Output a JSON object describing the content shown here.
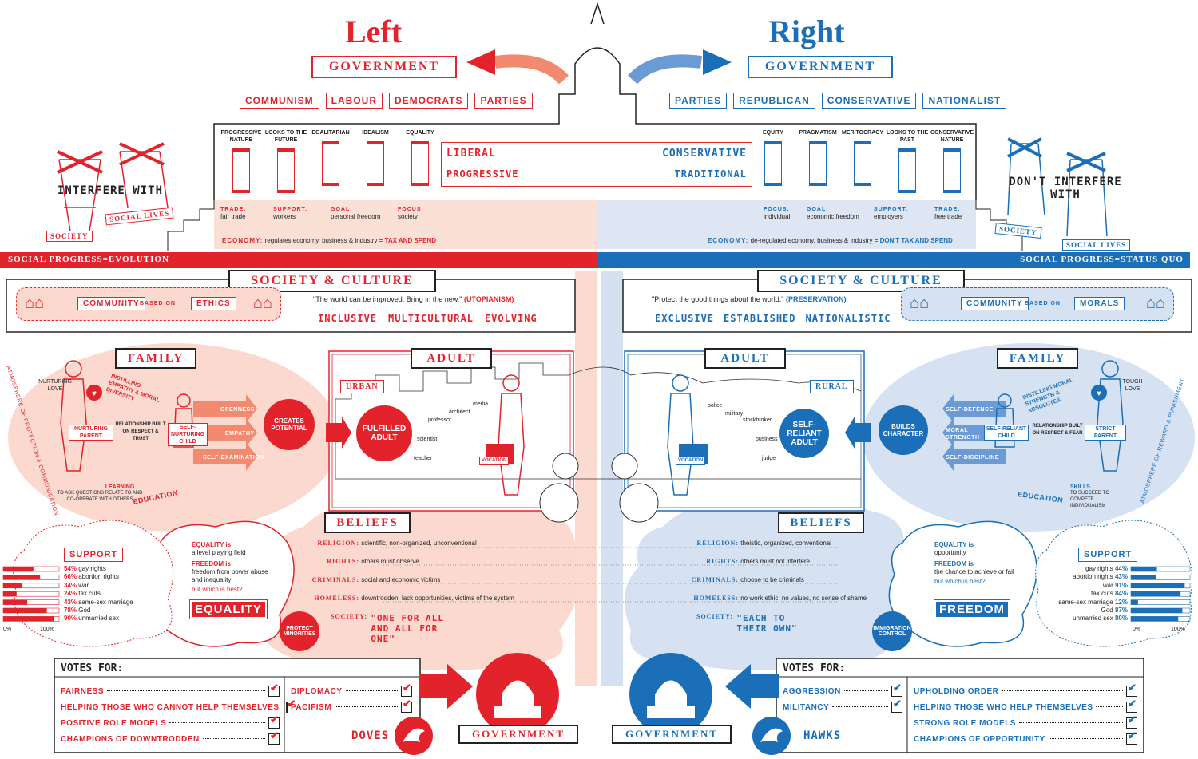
{
  "titles": {
    "left": "Left",
    "right": "Right"
  },
  "government": "GOVERNMENT",
  "left_parties": [
    "COMMUNISM",
    "LABOUR",
    "DEMOCRATS",
    "PARTIES"
  ],
  "right_parties": [
    "PARTIES",
    "REPUBLICAN",
    "CONSERVATIVE",
    "NATIONALIST"
  ],
  "left_pillars": [
    "PROGRESSIVE NATURE",
    "LOOKS TO THE FUTURE",
    "EGALITARIAN",
    "IDEALISM",
    "EQUALITY"
  ],
  "right_pillars": [
    "EQUITY",
    "PRAGMATISM",
    "MERITOCRACY",
    "LOOKS TO THE PAST",
    "CONSERVATIVE NATURE"
  ],
  "center_labels": {
    "liberal": "LIBERAL",
    "progressive": "PROGRESSIVE",
    "conservative": "CONSERVATIVE",
    "traditional": "TRADITIONAL"
  },
  "left_steps": [
    {
      "label": "TRADE:",
      "value": "fair trade"
    },
    {
      "label": "SUPPORT:",
      "value": "workers"
    },
    {
      "label": "GOAL:",
      "value": "personal freedom"
    },
    {
      "label": "FOCUS:",
      "value": "society"
    }
  ],
  "right_steps": [
    {
      "label": "FOCUS:",
      "value": "individual"
    },
    {
      "label": "GOAL:",
      "value": "economic freedom"
    },
    {
      "label": "SUPPORT:",
      "value": "employers"
    },
    {
      "label": "TRADE:",
      "value": "free trade"
    }
  ],
  "economy": {
    "label": "ECONOMY:",
    "left_text": "regulates economy, business & industry = ",
    "left_em": "TAX AND SPEND",
    "right_text": "de-regulated economy, business & industry = ",
    "right_em": "DON'T TAX AND SPEND"
  },
  "social_progress": {
    "left": "SOCIAL PROGRESS=EVOLUTION",
    "right": "SOCIAL PROGRESS=STATUS QUO"
  },
  "interfere": {
    "left": "INTERFERE WITH",
    "right": "DON'T INTERFERE WITH",
    "society": "SOCIETY",
    "social_lives": "SOCIAL LIVES"
  },
  "society_culture": "SOCIETY & CULTURE",
  "left_culture": {
    "community": "COMMUNITY",
    "based_on": "BASED ON",
    "basis": "ETHICS",
    "quote": "\"The world can be improved. Bring in the new.\"",
    "quote_tag": "(UTOPIANISM)",
    "traits": [
      "INCLUSIVE",
      "MULTICULTURAL",
      "EVOLVING"
    ]
  },
  "right_culture": {
    "community": "COMMUNITY",
    "based_on": "BASED ON",
    "basis": "MORALS",
    "quote": "\"Protect the good things about the world.\"",
    "quote_tag": "(PRESERVATION)",
    "traits": [
      "EXCLUSIVE",
      "ESTABLISHED",
      "NATIONALISTIC"
    ]
  },
  "family": "FAMILY",
  "adult": "ADULT",
  "left_family": {
    "nurturing_love": "NURTURING LOVE",
    "instilling": "INSTILLING EMPATHY & MORAL DIVERSITY",
    "parent": "NURTURING PARENT",
    "relationship": "RELATIONSHIP BUILT ON RESPECT & TRUST",
    "child": "SELF-NURTURING CHILD",
    "arrows": [
      "OPENNESS",
      "EMPATHY",
      "SELF-EXAMINATION"
    ],
    "result": "CREATES POTENTIAL",
    "learning": "LEARNING",
    "learning_text": "TO ASK QUESTIONS RELATE TO AND CO-OPERATE WITH OTHERS",
    "education": "EDUCATION",
    "atmosphere": "ATMOSPHERE OF PROTECTION & COMMUNICATION"
  },
  "right_family": {
    "tough_love": "TOUGH LOVE",
    "instilling": "INSTILLING MORAL STRENGTH & ABSOLUTES",
    "parent": "STRICT PARENT",
    "relationship": "RELATIONSHIP BUILT ON RESPECT & FEAR",
    "child": "SELF-RELIANT CHILD",
    "arrows": [
      "SELF-DEFENCE",
      "MORAL STRENGTH",
      "SELF-DISCIPLINE"
    ],
    "result": "BUILDS CHARACTER",
    "skills": "SKILLS",
    "skills_text": "TO SUCCEED TO COMPETE INDIVIDUALISM",
    "education": "EDUCATION",
    "atmosphere": "ATMOSPHERE OF REWARD & PUNISHMENT"
  },
  "left_adult": {
    "area": "URBAN",
    "jobs": [
      "architect",
      "media",
      "professor",
      "scientist",
      "teacher"
    ],
    "vocation": "VOCATION",
    "result": "FULFILLED ADULT"
  },
  "right_adult": {
    "area": "RURAL",
    "jobs": [
      "police",
      "military",
      "stockbroker",
      "business",
      "judge"
    ],
    "vocation": "VOCATION",
    "result": "SELF-RELIANT ADULT"
  },
  "beliefs": "BELIEFS",
  "left_beliefs": [
    {
      "label": "RELIGION:",
      "text": "scientific, non-organized, unconventional"
    },
    {
      "label": "RIGHTS:",
      "text": "others must observe"
    },
    {
      "label": "CRIMINALS:",
      "text": "social and economic victims"
    },
    {
      "label": "HOMELESS:",
      "text": "downtrodden, lack opportunities, victims of the system"
    }
  ],
  "left_society": {
    "label": "SOCIETY:",
    "text": "\"ONE FOR ALL AND ALL FOR ONE\""
  },
  "right_beliefs": [
    {
      "label": "RELIGION:",
      "text": "theistic, organized, conventional"
    },
    {
      "label": "RIGHTS:",
      "text": "others must not interfere"
    },
    {
      "label": "CRIMINALS:",
      "text": "choose to be criminals"
    },
    {
      "label": "HOMELESS:",
      "text": "no work ethic, no values, no sense of shame"
    }
  ],
  "right_society": {
    "label": "SOCIETY:",
    "text": "\"EACH TO THEIR OWN\""
  },
  "left_equality": {
    "eq_label": "EQUALITY is",
    "eq_text": "a level playing field",
    "fr_label": "FREEDOM is",
    "fr_text": "freedom from power abuse and inequality",
    "question": "but which is best?",
    "answer": "EQUALITY",
    "badge": "PROTECT MINORITIES"
  },
  "right_equality": {
    "eq_label": "EQUALITY is",
    "eq_text": "opportunity",
    "fr_label": "FREEDOM is",
    "fr_text": "the chance to achieve or fail",
    "question": "but which is best?",
    "answer": "FREEDOM",
    "badge": "IMMIGRATION CONTROL"
  },
  "support": "SUPPORT",
  "left_support": [
    {
      "pct": "54%",
      "label": "gay rights",
      "v": 0.54
    },
    {
      "pct": "66%",
      "label": "abortion rights",
      "v": 0.66
    },
    {
      "pct": "34%",
      "label": "war",
      "v": 0.34
    },
    {
      "pct": "24%",
      "label": "tax cuts",
      "v": 0.24
    },
    {
      "pct": "43%",
      "label": "same-sex marriage",
      "v": 0.43
    },
    {
      "pct": "78%",
      "label": "God",
      "v": 0.78
    },
    {
      "pct": "90%",
      "label": "unmarried sex",
      "v": 0.9
    }
  ],
  "right_support": [
    {
      "pct": "44%",
      "label": "gay rights",
      "v": 0.44
    },
    {
      "pct": "43%",
      "label": "abortion rights",
      "v": 0.43
    },
    {
      "pct": "91%",
      "label": "war",
      "v": 0.91
    },
    {
      "pct": "84%",
      "label": "tax cuts",
      "v": 0.84
    },
    {
      "pct": "12%",
      "label": "same-sex marriage",
      "v": 0.12
    },
    {
      "pct": "87%",
      "label": "God",
      "v": 0.87
    },
    {
      "pct": "80%",
      "label": "unmarried sex",
      "v": 0.8
    }
  ],
  "axis": {
    "zero": "0%",
    "hundred": "100%"
  },
  "votes_for": "VOTES FOR:",
  "left_votes": [
    "FAIRNESS",
    "HELPING THOSE WHO CANNOT HELP THEMSELVES",
    "POSITIVE ROLE MODELS",
    "CHAMPIONS OF DOWNTRODDEN"
  ],
  "left_votes2": [
    "DIPLOMACY",
    "PACIFISM"
  ],
  "right_votes": [
    "AGGRESSION",
    "MILITANCY"
  ],
  "right_votes2": [
    "UPHOLDING ORDER",
    "HELPING THOSE WHO HELP THEMSELVES",
    "STRONG ROLE MODELS",
    "CHAMPIONS OF OPPORTUNITY"
  ],
  "doves": "DOVES",
  "hawks": "HAWKS",
  "colors": {
    "red": "#e3232b",
    "blue": "#1a6fb8",
    "pink": "#fbd9cf",
    "lightblue": "#d6e1f1"
  }
}
